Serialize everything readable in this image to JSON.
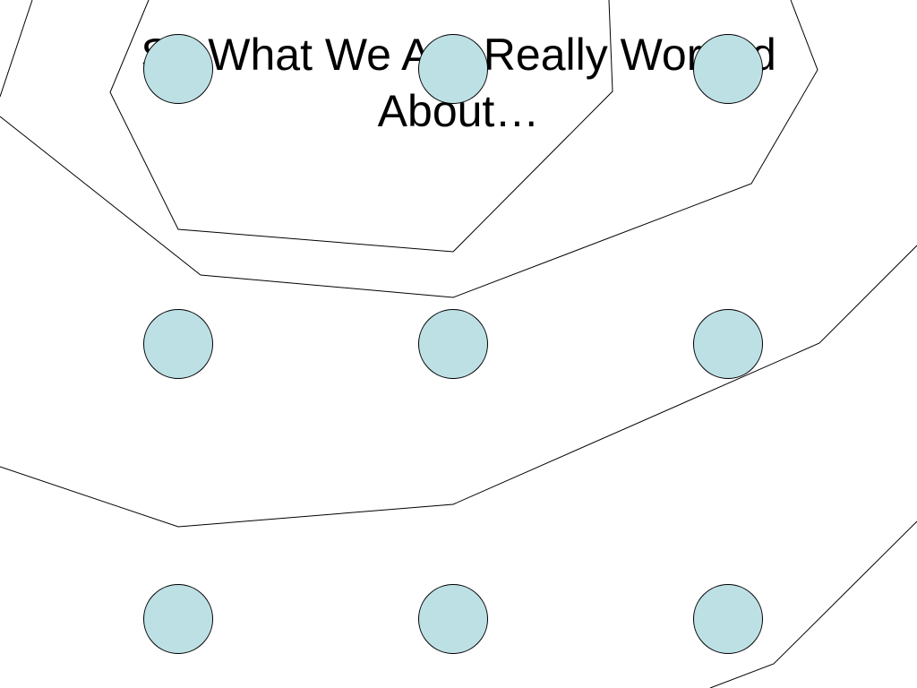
{
  "slide": {
    "title_line1": "So What We Are Really Worried",
    "title_line2": "About…"
  },
  "diagram": {
    "node_fill": "#bde0e5",
    "node_stroke": "#000000",
    "line_stroke": "#000000",
    "node_grid": {
      "rows": 3,
      "cols": 3
    }
  }
}
